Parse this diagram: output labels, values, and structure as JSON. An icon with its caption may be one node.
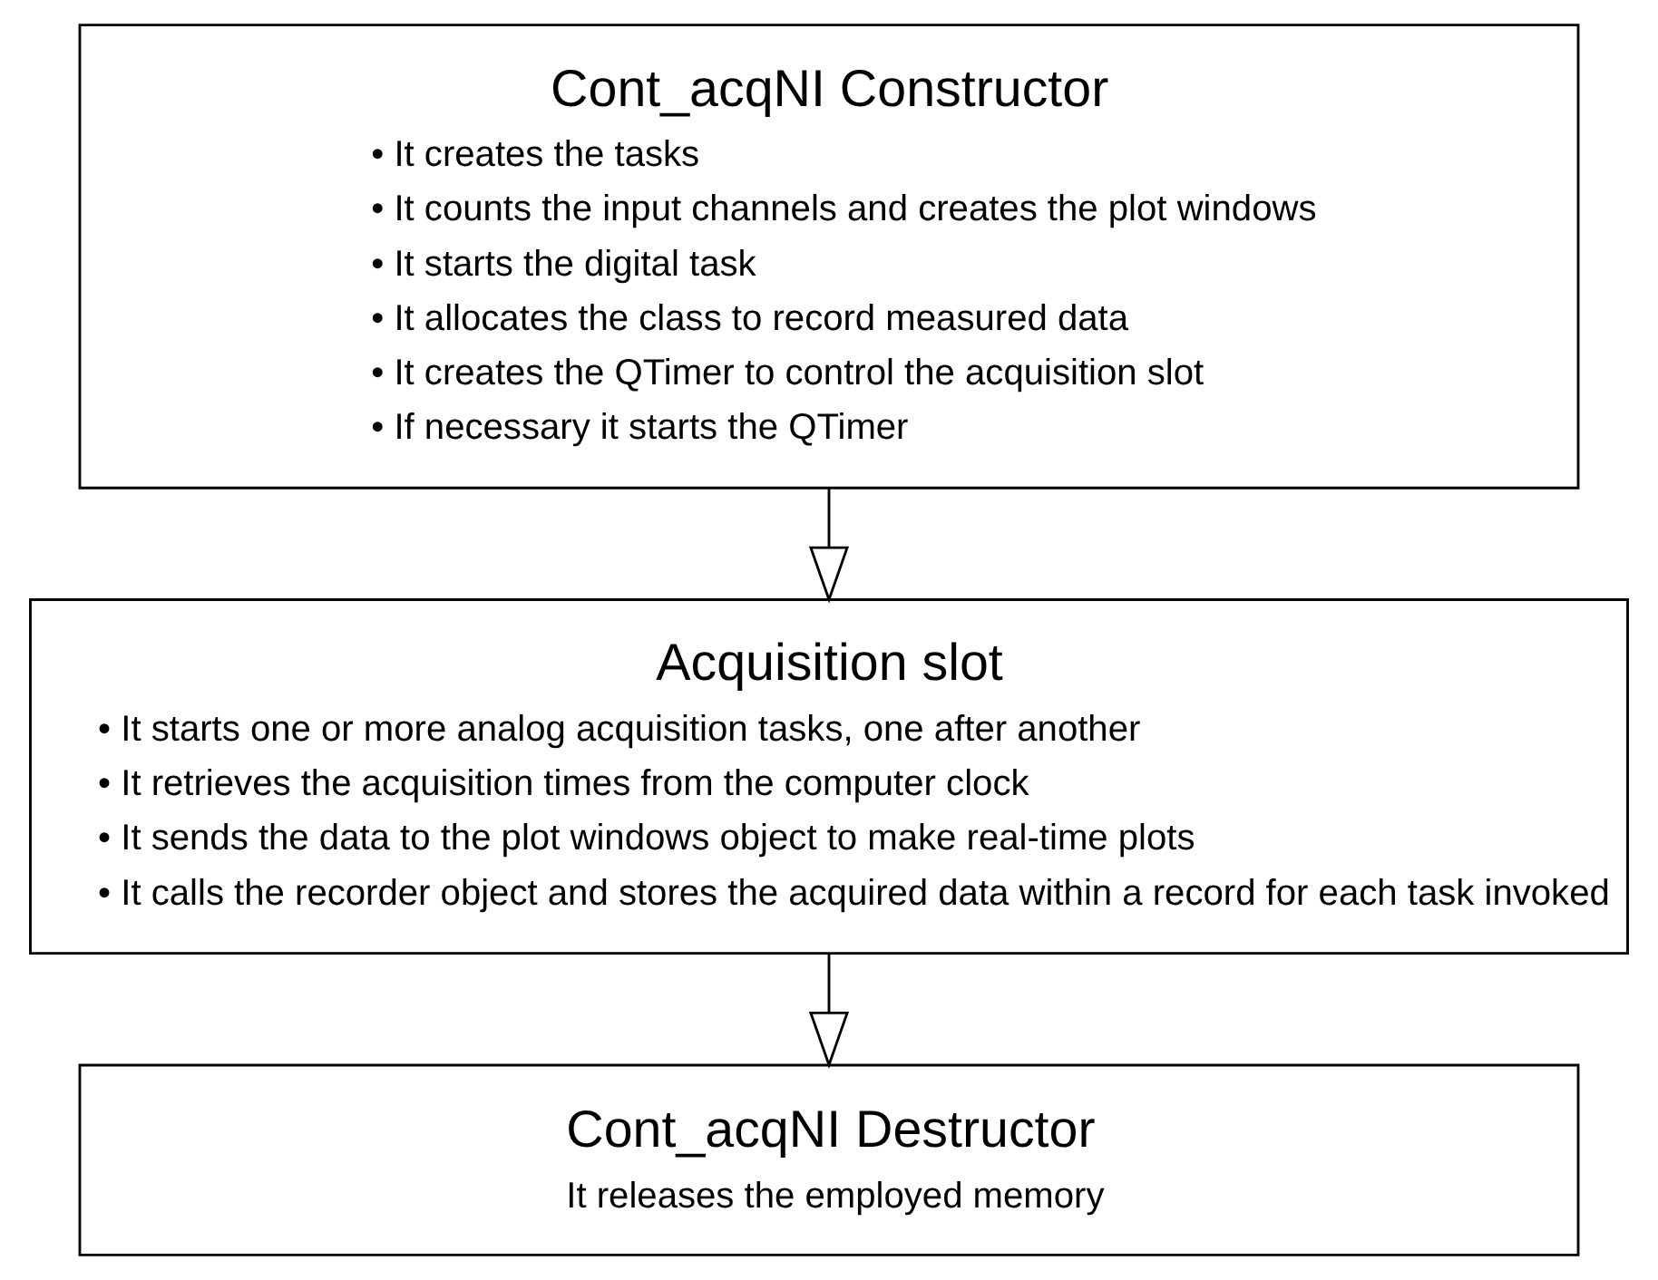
{
  "diagram": {
    "nodes": [
      {
        "text": [
          "Cont_acqNI Constructor",
          "• It creates the tasks",
          "• It counts the input channels and creates the plot windows",
          "• It starts the digital task",
          "• It allocates the class to record measured data",
          "• It creates the QTimer to control the acquisition slot",
          "• If necessary it starts the QTimer"
        ]
      },
      {
        "text": [
          "Acquisition slot",
          "• It starts one or more analog acquisition tasks, one after another",
          "• It retrieves the acquisition times from the computer clock",
          "• It sends the data to the plot windows object to make real-time plots",
          "• It calls the recorder object and stores the acquired data within a record for each task invoked"
        ]
      },
      {
        "text": [
          "Cont_acqNI Destructor",
          "It releases the employed memory"
        ]
      }
    ],
    "edges": [
      {
        "from": 0,
        "to": 1,
        "arrow": "to"
      },
      {
        "from": 1,
        "to": 2,
        "arrow": "to"
      }
    ]
  }
}
